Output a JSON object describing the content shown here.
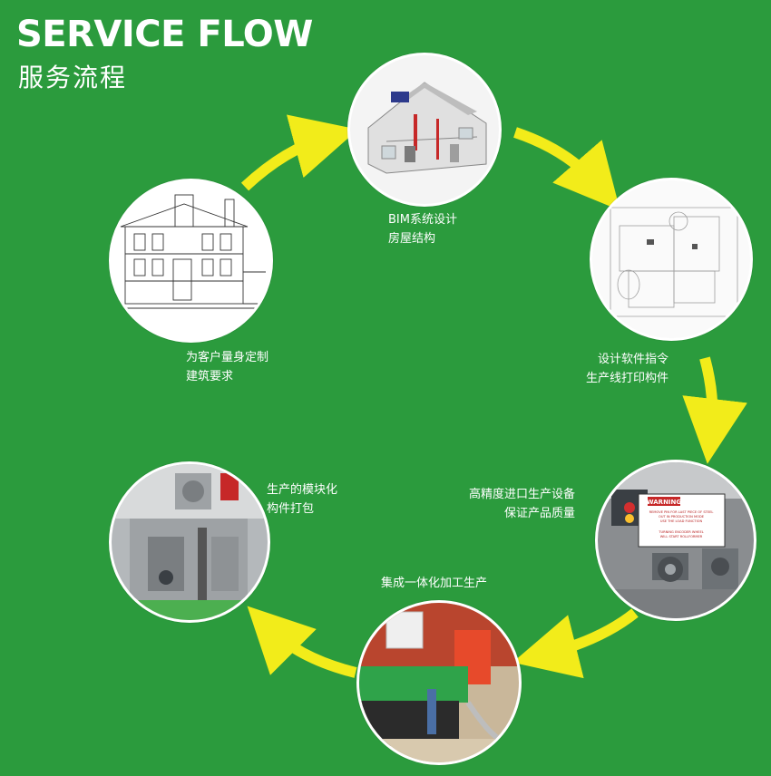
{
  "header": {
    "title_en": "SERVICE FLOW",
    "title_cn": "服务流程"
  },
  "colors": {
    "background": "#2b9b3d",
    "arrow": "#f2ec1a",
    "text": "#ffffff"
  },
  "steps": [
    {
      "line1": "BIM系统设计",
      "line2": "房屋结构",
      "image": "house-bim-model"
    },
    {
      "line1": "设计软件指令",
      "line2": "生产线打印构件",
      "image": "floor-plan-drawing"
    },
    {
      "line1": "高精度进口生产设备",
      "line2": "保证产品质量",
      "image": "roll-forming-machine"
    },
    {
      "line1": "集成一体化加工生产",
      "line2": "",
      "image": "production-line"
    },
    {
      "line1": "生产的模块化",
      "line2": "构件打包",
      "image": "modular-component-machine"
    },
    {
      "line1": "为客户量身定制",
      "line2": "建筑要求",
      "image": "custom-building-sketch"
    }
  ],
  "warning_sign": {
    "title": "WARNING",
    "line1": "REMOVE PIN FOR LAST PIECE OF STEEL",
    "line2": "OUT IN PRODUCTION MODE",
    "line3": "USE THE LOAD FUNCTION",
    "line4": "TURNING ENCODER WHEEL",
    "line5": "WILL START ROLLFORMER"
  }
}
